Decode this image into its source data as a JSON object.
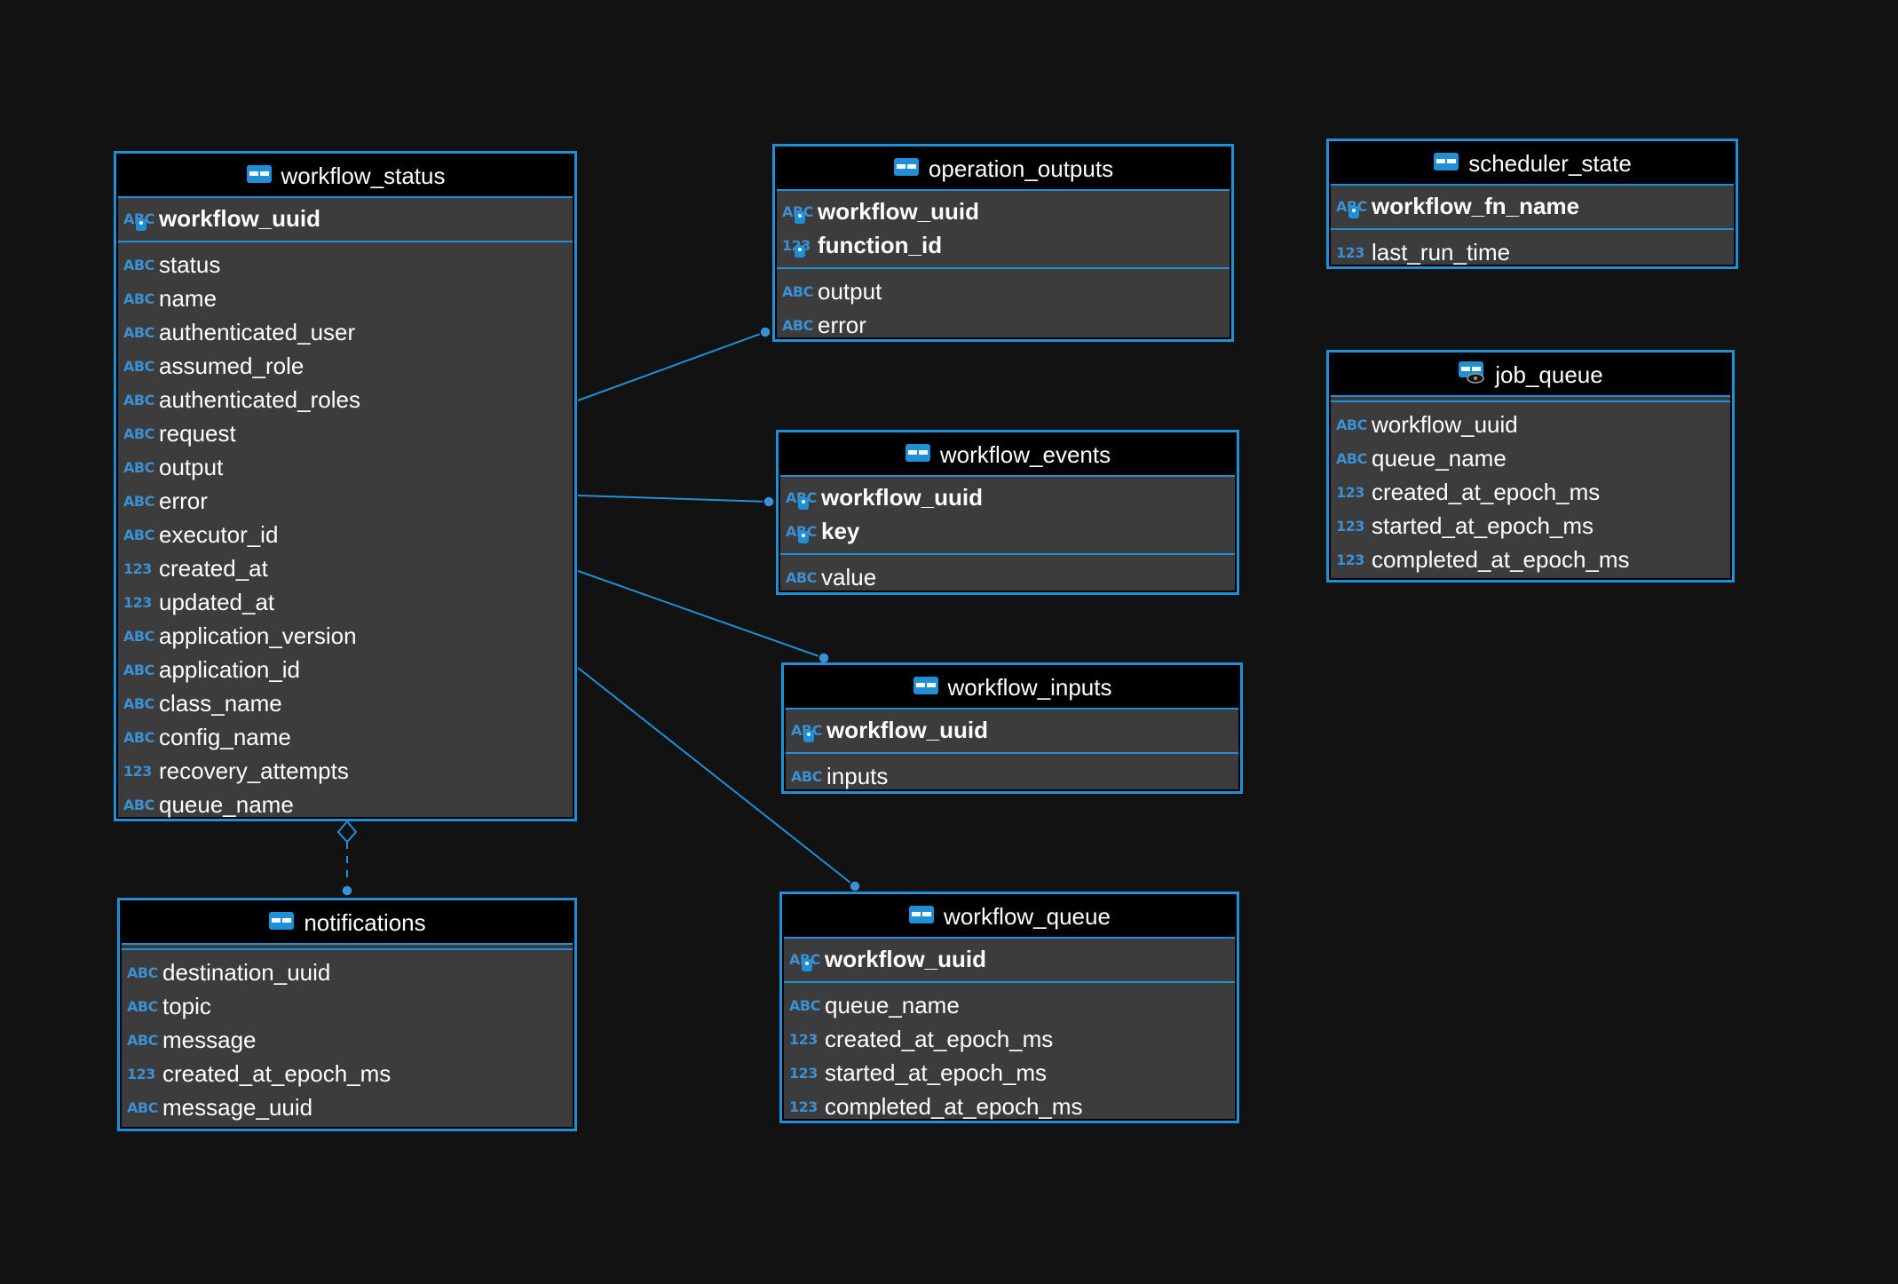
{
  "tables": {
    "workflow_status": {
      "name": "workflow_status",
      "pk": [
        {
          "type": "ABC",
          "name": "workflow_uuid"
        }
      ],
      "attrs": [
        {
          "type": "ABC",
          "name": "status"
        },
        {
          "type": "ABC",
          "name": "name"
        },
        {
          "type": "ABC",
          "name": "authenticated_user"
        },
        {
          "type": "ABC",
          "name": "assumed_role"
        },
        {
          "type": "ABC",
          "name": "authenticated_roles"
        },
        {
          "type": "ABC",
          "name": "request"
        },
        {
          "type": "ABC",
          "name": "output"
        },
        {
          "type": "ABC",
          "name": "error"
        },
        {
          "type": "ABC",
          "name": "executor_id"
        },
        {
          "type": "123",
          "name": "created_at"
        },
        {
          "type": "123",
          "name": "updated_at"
        },
        {
          "type": "ABC",
          "name": "application_version"
        },
        {
          "type": "ABC",
          "name": "application_id"
        },
        {
          "type": "ABC",
          "name": "class_name"
        },
        {
          "type": "ABC",
          "name": "config_name"
        },
        {
          "type": "123",
          "name": "recovery_attempts"
        },
        {
          "type": "ABC",
          "name": "queue_name"
        }
      ]
    },
    "operation_outputs": {
      "name": "operation_outputs",
      "pk": [
        {
          "type": "ABC",
          "name": "workflow_uuid"
        },
        {
          "type": "123",
          "name": "function_id"
        }
      ],
      "attrs": [
        {
          "type": "ABC",
          "name": "output"
        },
        {
          "type": "ABC",
          "name": "error"
        }
      ]
    },
    "scheduler_state": {
      "name": "scheduler_state",
      "pk": [
        {
          "type": "ABC",
          "name": "workflow_fn_name"
        }
      ],
      "attrs": [
        {
          "type": "123",
          "name": "last_run_time"
        }
      ]
    },
    "job_queue": {
      "name": "job_queue",
      "pk": [],
      "attrs": [
        {
          "type": "ABC",
          "name": "workflow_uuid"
        },
        {
          "type": "ABC",
          "name": "queue_name"
        },
        {
          "type": "123",
          "name": "created_at_epoch_ms"
        },
        {
          "type": "123",
          "name": "started_at_epoch_ms"
        },
        {
          "type": "123",
          "name": "completed_at_epoch_ms"
        }
      ]
    },
    "workflow_events": {
      "name": "workflow_events",
      "pk": [
        {
          "type": "ABC",
          "name": "workflow_uuid"
        },
        {
          "type": "ABC",
          "name": "key"
        }
      ],
      "attrs": [
        {
          "type": "ABC",
          "name": "value"
        }
      ]
    },
    "workflow_inputs": {
      "name": "workflow_inputs",
      "pk": [
        {
          "type": "ABC",
          "name": "workflow_uuid"
        }
      ],
      "attrs": [
        {
          "type": "ABC",
          "name": "inputs"
        }
      ]
    },
    "notifications": {
      "name": "notifications",
      "pk": [],
      "attrs": [
        {
          "type": "ABC",
          "name": "destination_uuid"
        },
        {
          "type": "ABC",
          "name": "topic"
        },
        {
          "type": "ABC",
          "name": "message"
        },
        {
          "type": "123",
          "name": "created_at_epoch_ms"
        },
        {
          "type": "ABC",
          "name": "message_uuid"
        }
      ]
    },
    "workflow_queue": {
      "name": "workflow_queue",
      "pk": [
        {
          "type": "ABC",
          "name": "workflow_uuid"
        }
      ],
      "attrs": [
        {
          "type": "ABC",
          "name": "queue_name"
        },
        {
          "type": "123",
          "name": "created_at_epoch_ms"
        },
        {
          "type": "123",
          "name": "started_at_epoch_ms"
        },
        {
          "type": "123",
          "name": "completed_at_epoch_ms"
        }
      ]
    }
  },
  "colors": {
    "background": "#121212",
    "accent": "#1f8fd6",
    "entity_body": "#3c3c3c",
    "header": "#000000",
    "text": "#ffffff",
    "type_icon": "#3b8fd3"
  },
  "icons": {
    "table": "table-icon",
    "view": "view-icon",
    "key": "key-icon"
  }
}
